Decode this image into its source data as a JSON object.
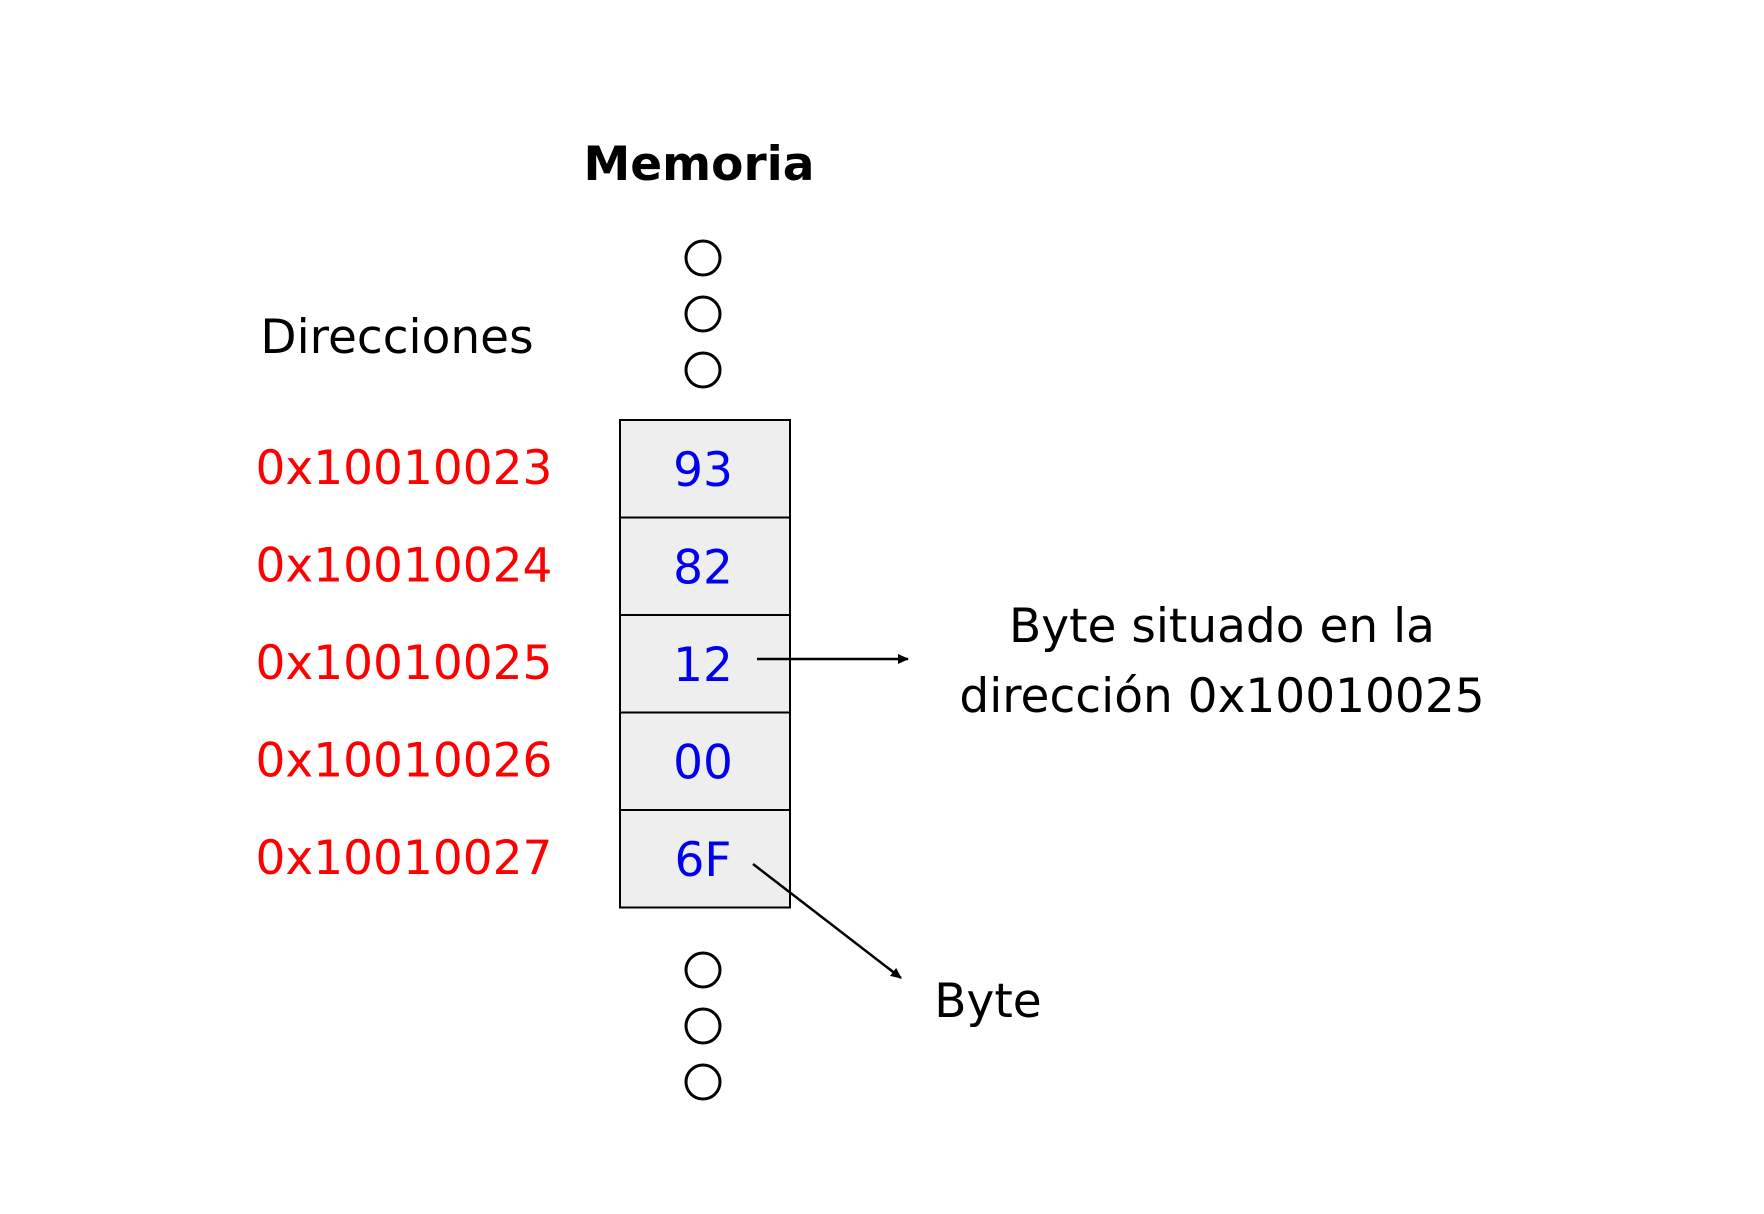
{
  "title": "Memoria",
  "addresses_heading": "Direcciones",
  "colors": {
    "address": "#ff0000",
    "value": "#0000ee",
    "cell_fill": "#eeeeee",
    "stroke": "#000000"
  },
  "cells": [
    {
      "address": "0x10010023",
      "value": "93"
    },
    {
      "address": "0x10010024",
      "value": "82"
    },
    {
      "address": "0x10010025",
      "value": "12"
    },
    {
      "address": "0x10010026",
      "value": "00"
    },
    {
      "address": "0x10010027",
      "value": "6F"
    }
  ],
  "annotations": {
    "located_byte": {
      "line1": "Byte situado en la",
      "line2": "dirección 0x10010025"
    },
    "byte": "Byte"
  },
  "ellipsis_top_count": 3,
  "ellipsis_bottom_count": 3
}
